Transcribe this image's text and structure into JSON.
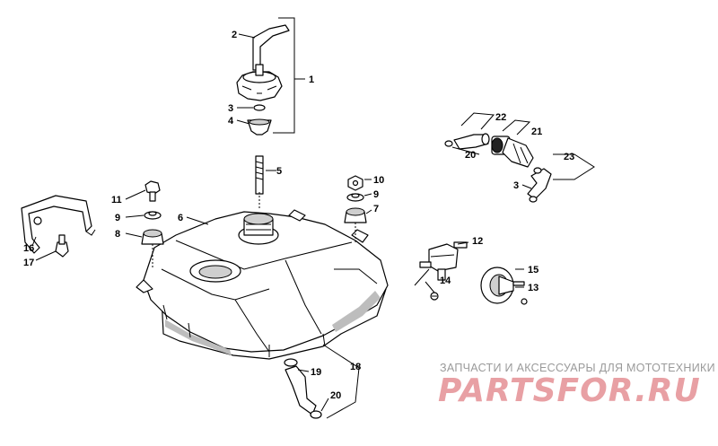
{
  "callouts": {
    "c1": "1",
    "c2": "2",
    "c3a": "3",
    "c3b": "3",
    "c4": "4",
    "c5": "5",
    "c6": "6",
    "c7": "7",
    "c8": "8",
    "c9a": "9",
    "c9b": "9",
    "c10": "10",
    "c11": "11",
    "c12": "12",
    "c13": "13",
    "c14": "14",
    "c15": "15",
    "c16": "16",
    "c17": "17",
    "c18": "18",
    "c19": "19",
    "c20a": "20",
    "c20b": "20",
    "c21": "21",
    "c22": "22",
    "c23": "23"
  },
  "watermark": {
    "subtitle": "ЗАПЧАСТИ И АКСЕССУАРЫ ДЛЯ МОТОТЕХНИКИ",
    "logo": "PARTSFOR.RU"
  }
}
